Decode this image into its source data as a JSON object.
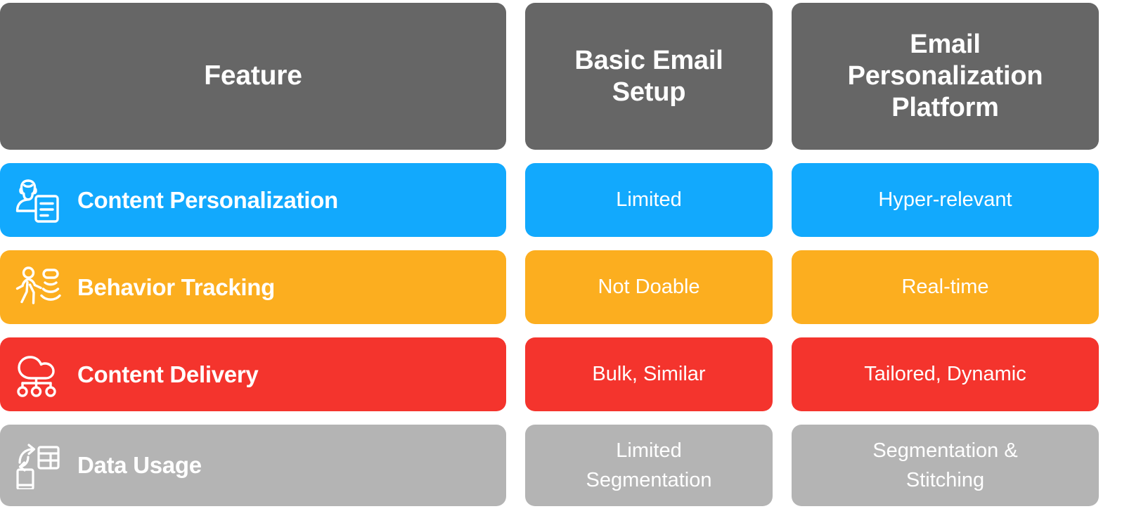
{
  "table": {
    "headers": [
      {
        "label": "Feature",
        "key": "feature"
      },
      {
        "label": "Basic Email\nSetup",
        "line1": "Basic Email",
        "line2": "Setup"
      },
      {
        "label": "Email Personalization Platform",
        "line1": "Email",
        "line2": "Personalization",
        "line3": "Platform"
      }
    ],
    "rows": [
      {
        "feature": "Content Personalization",
        "icon": "person-document-icon",
        "color": "#12A9FD",
        "basic": "Limited",
        "platform": "Hyper-relevant"
      },
      {
        "feature": "Behavior Tracking",
        "icon": "walking-person-signal-icon",
        "color": "#FCAE1F",
        "basic": "Not Doable",
        "platform": "Real-time"
      },
      {
        "feature": "Content Delivery",
        "icon": "cloud-network-icon",
        "color": "#F4342D",
        "basic": "Bulk, Similar",
        "platform": "Tailored, Dynamic"
      },
      {
        "feature": "Data Usage",
        "icon": "data-transfer-table-icon",
        "color": "#B4B4B4",
        "basic_line1": "Limited",
        "basic_line2": "Segmentation",
        "platform_line1": "Segmentation &",
        "platform_line2": "Stitching"
      }
    ]
  },
  "colors": {
    "header_gray": "#666666",
    "blue": "#12A9FD",
    "orange": "#FCAE1F",
    "red": "#F4342D",
    "gray": "#B4B4B4",
    "text_white": "#FFFFFF",
    "background": "#FFFFFF"
  }
}
